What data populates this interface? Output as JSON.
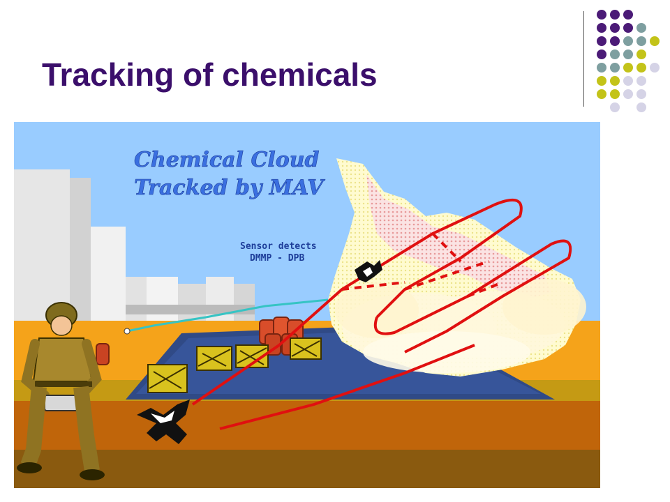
{
  "slide": {
    "title": "Tracking of chemicals"
  },
  "illustration": {
    "caption_line1": "Chemical Cloud",
    "caption_line2": "Tracked by MAV",
    "sensor_line1": "Sensor detects",
    "sensor_line2": "DMMP - DPB"
  },
  "colors": {
    "title": "#3b0f6b",
    "dot_purple": "#4b1b77",
    "dot_teal": "#7e9fa0",
    "dot_olive": "#c3c319",
    "dot_lavender": "#d5d3e6",
    "sky": "#99ccff",
    "ground_orange": "#f5a31a",
    "ground_brown": "#c0650a",
    "flight_path": "#e01010"
  }
}
